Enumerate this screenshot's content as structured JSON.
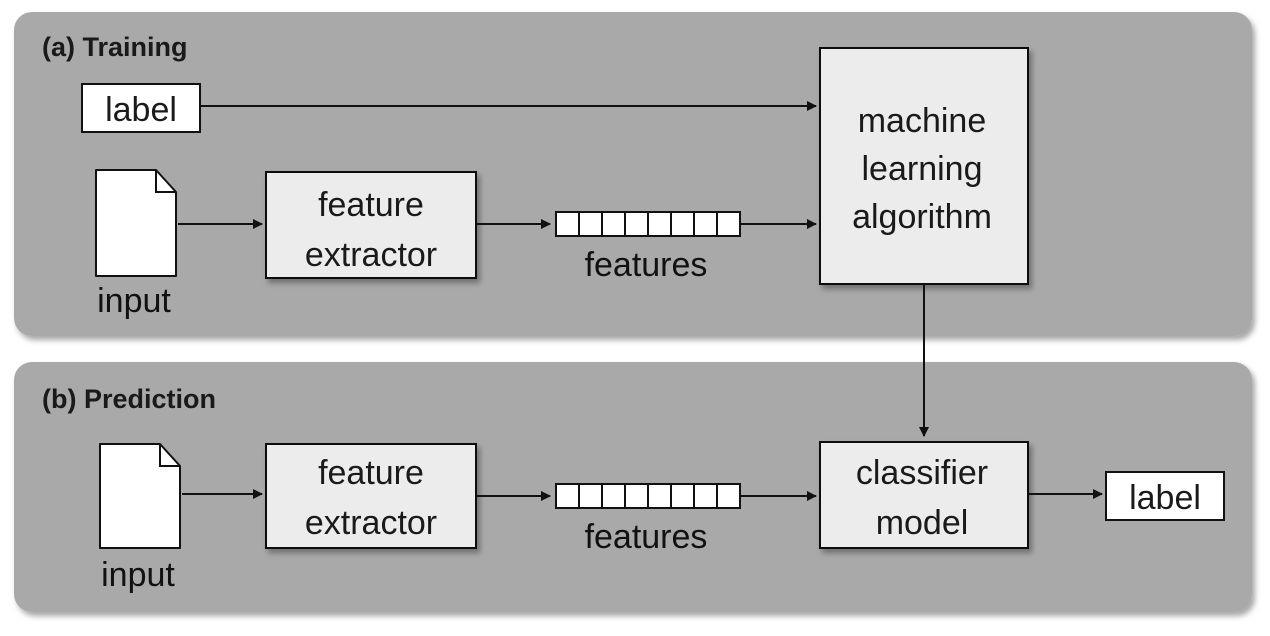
{
  "training": {
    "title": "(a) Training",
    "label": "label",
    "input": "input",
    "extractor": [
      "feature",
      "extractor"
    ],
    "features": "features",
    "algorithm": [
      "machine",
      "learning",
      "algorithm"
    ]
  },
  "prediction": {
    "title": "(b) Prediction",
    "input": "input",
    "extractor": [
      "feature",
      "extractor"
    ],
    "features": "features",
    "model": [
      "classifier",
      "model"
    ],
    "label": "label"
  },
  "colors": {
    "panel": "#a9a9a9",
    "box": "#ececec",
    "white": "#ffffff",
    "line": "#111111"
  }
}
